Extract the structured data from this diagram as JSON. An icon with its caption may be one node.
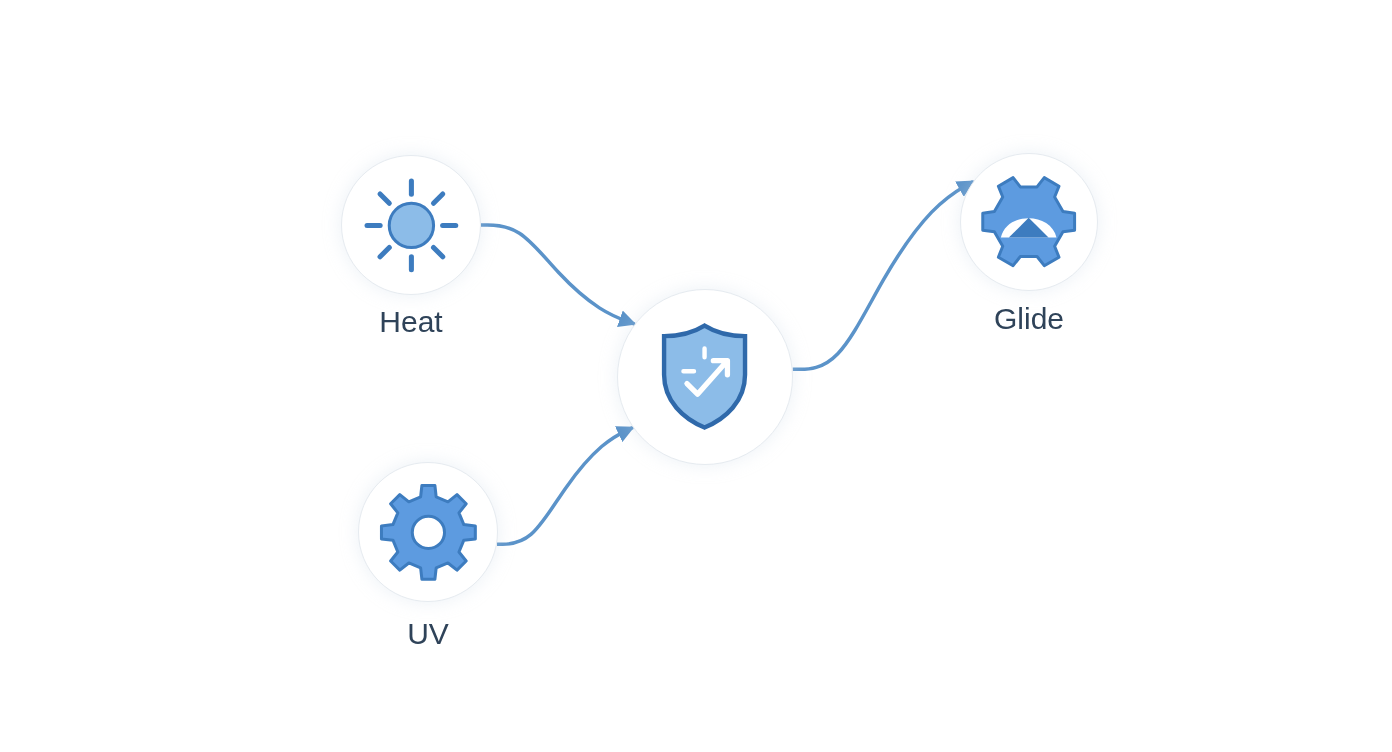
{
  "diagram": {
    "nodes": [
      {
        "text": [
          "Heat"
        ]
      },
      {
        "text": [
          "UV"
        ]
      },
      {
        "text": [],
        "shape": "circle"
      },
      {
        "text": [
          "Glide"
        ]
      }
    ],
    "edges": [
      {
        "from": 0,
        "to": 2,
        "arrow": "to"
      },
      {
        "from": 1,
        "to": 2,
        "arrow": "to"
      },
      {
        "from": 2,
        "to": 3,
        "arrow": "to"
      }
    ]
  }
}
